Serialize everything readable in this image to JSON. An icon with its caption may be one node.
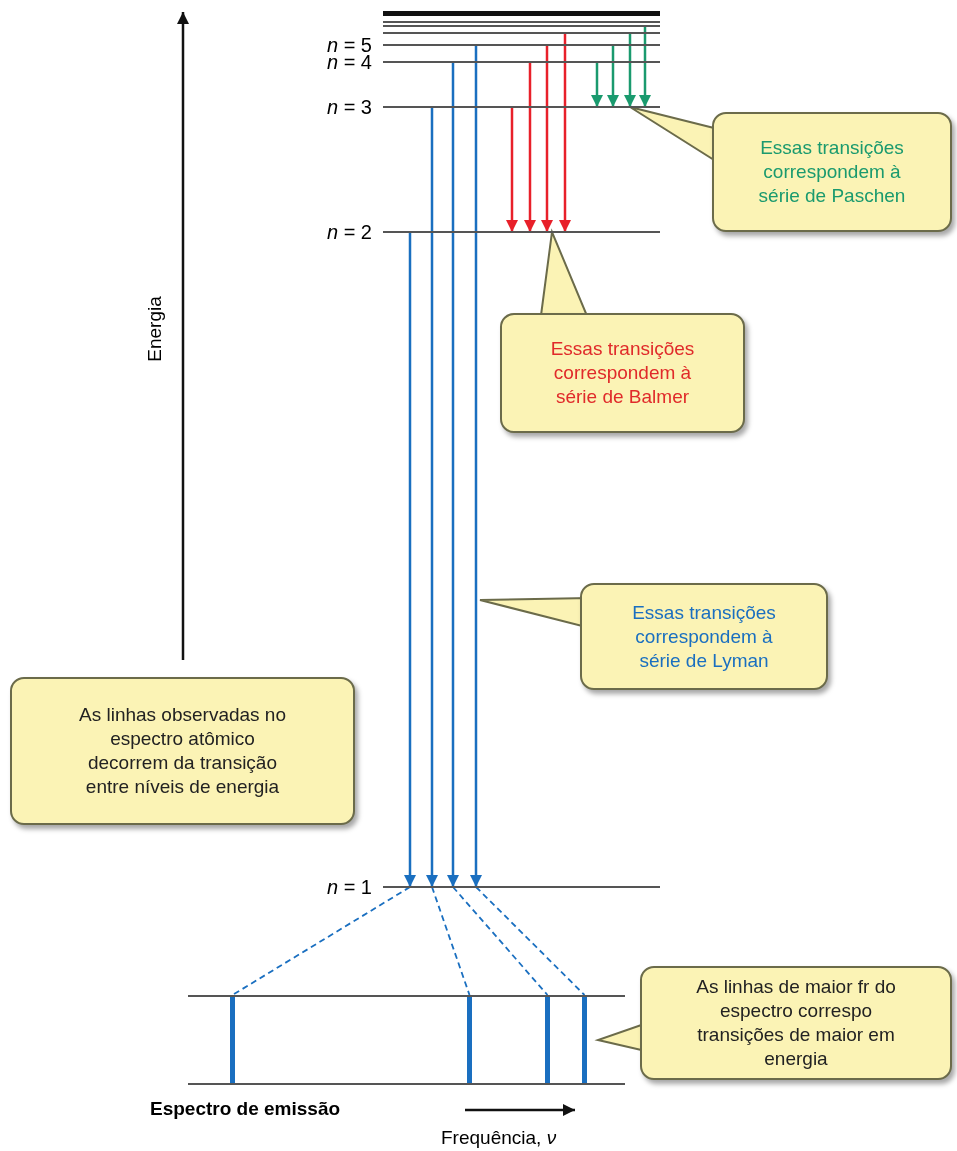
{
  "diagram": {
    "nodes": [
      {
        "text": [],
        "shape": "bar"
      },
      {
        "text": [],
        "shape": "bar"
      },
      {
        "text": [],
        "shape": "bar"
      },
      {
        "text": [],
        "shape": "bar"
      },
      {
        "text": [
          "*n* = 5"
        ]
      },
      {
        "text": [
          "*n* = 4"
        ]
      },
      {
        "text": [
          "*n* = 3"
        ]
      },
      {
        "text": [
          "*n* = 2"
        ]
      },
      {
        "text": [
          "*n* = 1"
        ]
      },
      {
        "text": [
          "Essas transições correspondem à série de Paschen"
        ]
      },
      {
        "text": [
          "Essas transições correspondem à série de Balmer"
        ]
      },
      {
        "text": [
          "Essas transições correspondem à série de Lyman"
        ]
      },
      {
        "text": [
          "As linhas observadas no espectro atômico decorrem da transição entre níveis de energia"
        ]
      },
      {
        "text": [],
        "shape": "box"
      },
      {
        "text": [],
        "shape": "bar",
        "in": 13
      },
      {
        "text": [],
        "shape": "bar",
        "in": 13
      },
      {
        "text": [],
        "shape": "bar",
        "in": 13
      },
      {
        "text": [],
        "shape": "bar",
        "in": 13
      },
      {
        "text": [
          "As linhas de maior fr do espectro correspo transições de maior em energia"
        ]
      }
    ],
    "edges": [
      {
        "from": 5,
        "to": 6,
        "arrow": "to",
        "color": "#1a9a6e"
      },
      {
        "from": 4,
        "to": 6,
        "arrow": "to",
        "color": "#1a9a6e"
      },
      {
        "from": 3,
        "to": 6,
        "arrow": "to",
        "color": "#1a9a6e"
      },
      {
        "from": 2,
        "to": 6,
        "arrow": "to",
        "color": "#1a9a6e"
      },
      {
        "from": 6,
        "to": 7,
        "arrow": "to",
        "color": "#e8202a"
      },
      {
        "from": 5,
        "to": 7,
        "arrow": "to",
        "color": "#e8202a"
      },
      {
        "from": 4,
        "to": 7,
        "arrow": "to",
        "color": "#e8202a"
      },
      {
        "from": 3,
        "to": 7,
        "arrow": "to",
        "color": "#e8202a"
      },
      {
        "from": 7,
        "to": 8,
        "arrow": "to",
        "color": "#1a6fc0"
      },
      {
        "from": 6,
        "to": 8,
        "arrow": "to",
        "color": "#1a6fc0"
      },
      {
        "from": 5,
        "to": 8,
        "arrow": "to",
        "color": "#1a6fc0"
      },
      {
        "from": 4,
        "to": 8,
        "arrow": "to",
        "color": "#1a6fc0"
      },
      {
        "from": 8,
        "to": 14,
        "arrow": "none",
        "style": "dashed",
        "color": "#1a6fc0"
      },
      {
        "from": 8,
        "to": 15,
        "arrow": "none",
        "style": "dashed",
        "color": "#1a6fc0"
      },
      {
        "from": 8,
        "to": 16,
        "arrow": "none",
        "style": "dashed",
        "color": "#1a6fc0"
      },
      {
        "from": 8,
        "to": 17,
        "arrow": "none",
        "style": "dashed",
        "color": "#1a6fc0"
      },
      {
        "from": 9,
        "to": 6,
        "arrow": "to"
      },
      {
        "from": 10,
        "to": 7,
        "arrow": "to"
      },
      {
        "from": 11,
        "to": null,
        "arrow": "to"
      },
      {
        "from": 18,
        "to": 13,
        "arrow": "to"
      }
    ],
    "labels": [
      "Energia",
      "Espectro de emissão",
      "Frequência, *ν*"
    ]
  }
}
